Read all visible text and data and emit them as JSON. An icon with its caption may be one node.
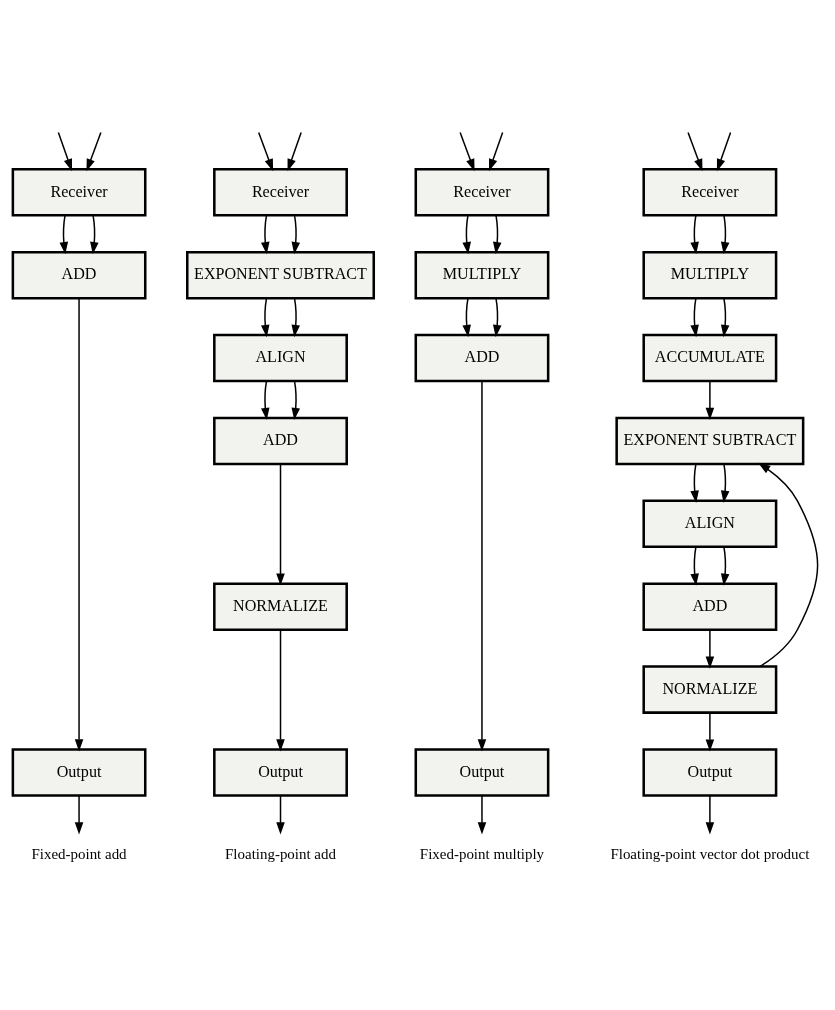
{
  "diagram": {
    "nodes": [
      {
        "text": [
          "Receiver"
        ]
      },
      {
        "text": [
          "ADD"
        ]
      },
      {
        "text": [
          "Output"
        ]
      },
      {
        "text": [
          "Fixed-point add"
        ]
      },
      {
        "text": [
          "Receiver"
        ]
      },
      {
        "text": [
          "EXPONENT SUBTRACT"
        ]
      },
      {
        "text": [
          "ALIGN"
        ]
      },
      {
        "text": [
          "ADD"
        ]
      },
      {
        "text": [
          "NORMALIZE"
        ]
      },
      {
        "text": [
          "Output"
        ]
      },
      {
        "text": [
          "Floating-point add"
        ]
      },
      {
        "text": [
          "Receiver"
        ]
      },
      {
        "text": [
          "MULTIPLY"
        ]
      },
      {
        "text": [
          "ADD"
        ]
      },
      {
        "text": [
          "Output"
        ]
      },
      {
        "text": [
          "Fixed-point multiply"
        ]
      },
      {
        "text": [
          "Receiver"
        ]
      },
      {
        "text": [
          "MULTIPLY"
        ]
      },
      {
        "text": [
          "ACCUMULATE"
        ]
      },
      {
        "text": [
          "EXPONENT SUBTRACT"
        ]
      },
      {
        "text": [
          "ALIGN"
        ]
      },
      {
        "text": [
          "ADD"
        ]
      },
      {
        "text": [
          "NORMALIZE"
        ]
      },
      {
        "text": [
          "Output"
        ]
      },
      {
        "text": [
          "Floating-point vector dot product"
        ]
      }
    ],
    "edges": [
      {
        "from": null,
        "to": 0,
        "arrow": "to"
      },
      {
        "from": null,
        "to": 0,
        "arrow": "to"
      },
      {
        "from": 0,
        "to": 1,
        "arrow": "to"
      },
      {
        "from": 0,
        "to": 1,
        "arrow": "to"
      },
      {
        "from": 1,
        "to": 2,
        "arrow": "to"
      },
      {
        "from": 2,
        "to": 3,
        "arrow": "to"
      },
      {
        "from": null,
        "to": 4,
        "arrow": "to"
      },
      {
        "from": null,
        "to": 4,
        "arrow": "to"
      },
      {
        "from": 4,
        "to": 5,
        "arrow": "to"
      },
      {
        "from": 4,
        "to": 5,
        "arrow": "to"
      },
      {
        "from": 5,
        "to": 6,
        "arrow": "to"
      },
      {
        "from": 5,
        "to": 6,
        "arrow": "to"
      },
      {
        "from": 6,
        "to": 7,
        "arrow": "to"
      },
      {
        "from": 6,
        "to": 7,
        "arrow": "to"
      },
      {
        "from": 7,
        "to": 8,
        "arrow": "to"
      },
      {
        "from": 8,
        "to": 9,
        "arrow": "to"
      },
      {
        "from": 9,
        "to": 10,
        "arrow": "to"
      },
      {
        "from": null,
        "to": 11,
        "arrow": "to"
      },
      {
        "from": null,
        "to": 11,
        "arrow": "to"
      },
      {
        "from": 11,
        "to": 12,
        "arrow": "to"
      },
      {
        "from": 11,
        "to": 12,
        "arrow": "to"
      },
      {
        "from": 12,
        "to": 13,
        "arrow": "to"
      },
      {
        "from": 12,
        "to": 13,
        "arrow": "to"
      },
      {
        "from": 13,
        "to": 14,
        "arrow": "to"
      },
      {
        "from": 14,
        "to": 15,
        "arrow": "to"
      },
      {
        "from": null,
        "to": 16,
        "arrow": "to"
      },
      {
        "from": null,
        "to": 16,
        "arrow": "to"
      },
      {
        "from": 16,
        "to": 17,
        "arrow": "to"
      },
      {
        "from": 16,
        "to": 17,
        "arrow": "to"
      },
      {
        "from": 17,
        "to": 18,
        "arrow": "to"
      },
      {
        "from": 17,
        "to": 18,
        "arrow": "to"
      },
      {
        "from": 18,
        "to": 19,
        "arrow": "to"
      },
      {
        "from": 22,
        "to": 19,
        "arrow": "to"
      },
      {
        "from": 19,
        "to": 20,
        "arrow": "to"
      },
      {
        "from": 19,
        "to": 20,
        "arrow": "to"
      },
      {
        "from": 20,
        "to": 21,
        "arrow": "to"
      },
      {
        "from": 20,
        "to": 21,
        "arrow": "to"
      },
      {
        "from": 21,
        "to": 22,
        "arrow": "to"
      },
      {
        "from": 22,
        "to": 23,
        "arrow": "to"
      },
      {
        "from": 23,
        "to": 24,
        "arrow": "to"
      }
    ]
  }
}
